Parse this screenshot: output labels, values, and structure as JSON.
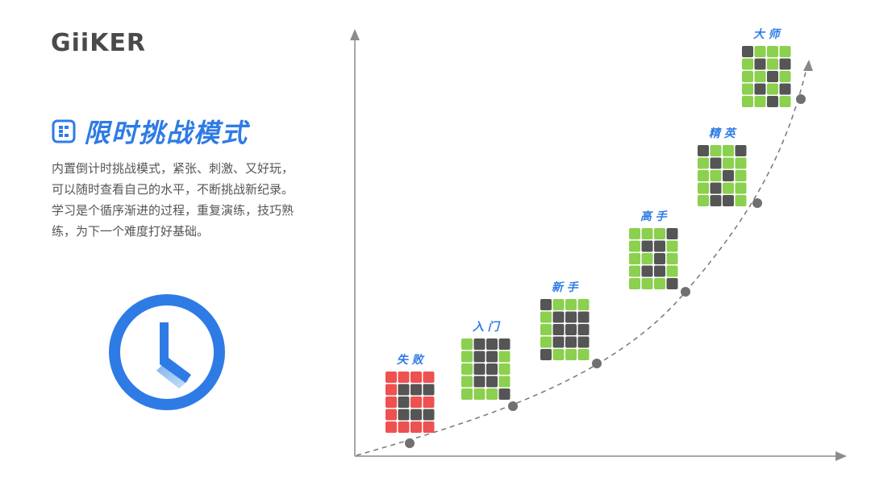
{
  "brand": {
    "logo_text": "GiiKER"
  },
  "mode": {
    "title": "限时挑战模式",
    "description_lines": [
      "内置倒计时挑战模式，紧张、刺激、又好玩，",
      "可以随时查看自己的水平，不断挑战新纪录。",
      "学习是个循序渐进的过程，重复演练，技巧熟",
      "练，为下一个难度打好基础。"
    ]
  },
  "icons": {
    "title": "dice-icon",
    "timer": "clock-icon"
  },
  "colors": {
    "accent": "#2f7be5",
    "cell_green": "#8bd04e",
    "cell_dark": "#555555",
    "cell_red": "#ef5050",
    "axis": "#8c8c8c",
    "label": "#2f7be5"
  },
  "levels": [
    {
      "name": "失 败",
      "grid": [
        "RRRR",
        "RDDD",
        "RDRR",
        "RDDD",
        "RRRR"
      ]
    },
    {
      "name": "入 门",
      "grid": [
        "GDDD",
        "GDDG",
        "GDDG",
        "GDDG",
        "GGGD"
      ]
    },
    {
      "name": "新 手",
      "grid": [
        "DGGG",
        "GDDD",
        "GDDD",
        "GDDD",
        "DGGG"
      ]
    },
    {
      "name": "高 手",
      "grid": [
        "GGGD",
        "GDDG",
        "GGDG",
        "GDDG",
        "GGGD"
      ]
    },
    {
      "name": "精 英",
      "grid": [
        "DGGD",
        "GDGG",
        "GGDG",
        "GDGG",
        "GDDG"
      ]
    },
    {
      "name": "大 师",
      "grid": [
        "DGGG",
        "GDGD",
        "GGDG",
        "GDGD",
        "GGDG"
      ]
    }
  ]
}
